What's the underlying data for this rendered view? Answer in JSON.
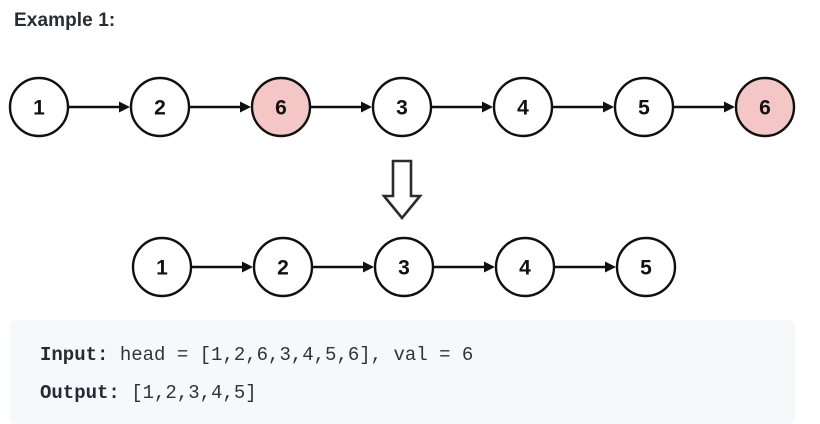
{
  "title": "Example 1:",
  "diagram": {
    "before": {
      "name": "original-linked-list",
      "nodes": [
        {
          "value": "1",
          "highlighted": false
        },
        {
          "value": "2",
          "highlighted": false
        },
        {
          "value": "6",
          "highlighted": true
        },
        {
          "value": "3",
          "highlighted": false
        },
        {
          "value": "4",
          "highlighted": false
        },
        {
          "value": "5",
          "highlighted": false
        },
        {
          "value": "6",
          "highlighted": true
        }
      ]
    },
    "transform_arrow": "down-arrow-icon",
    "after": {
      "name": "result-linked-list",
      "nodes": [
        {
          "value": "1",
          "highlighted": false
        },
        {
          "value": "2",
          "highlighted": false
        },
        {
          "value": "3",
          "highlighted": false
        },
        {
          "value": "4",
          "highlighted": false
        },
        {
          "value": "5",
          "highlighted": false
        }
      ]
    },
    "colors": {
      "node_fill": "#FFFFFF",
      "node_highlight_fill": "#F5C6C6",
      "node_stroke": "#101010",
      "label_color": "#111111"
    }
  },
  "example": {
    "input_label": "Input:",
    "input_value": " head = [1,2,6,3,4,5,6], val = 6",
    "output_label": "Output:",
    "output_value": " [1,2,3,4,5]",
    "background": "#F7F8FA"
  }
}
